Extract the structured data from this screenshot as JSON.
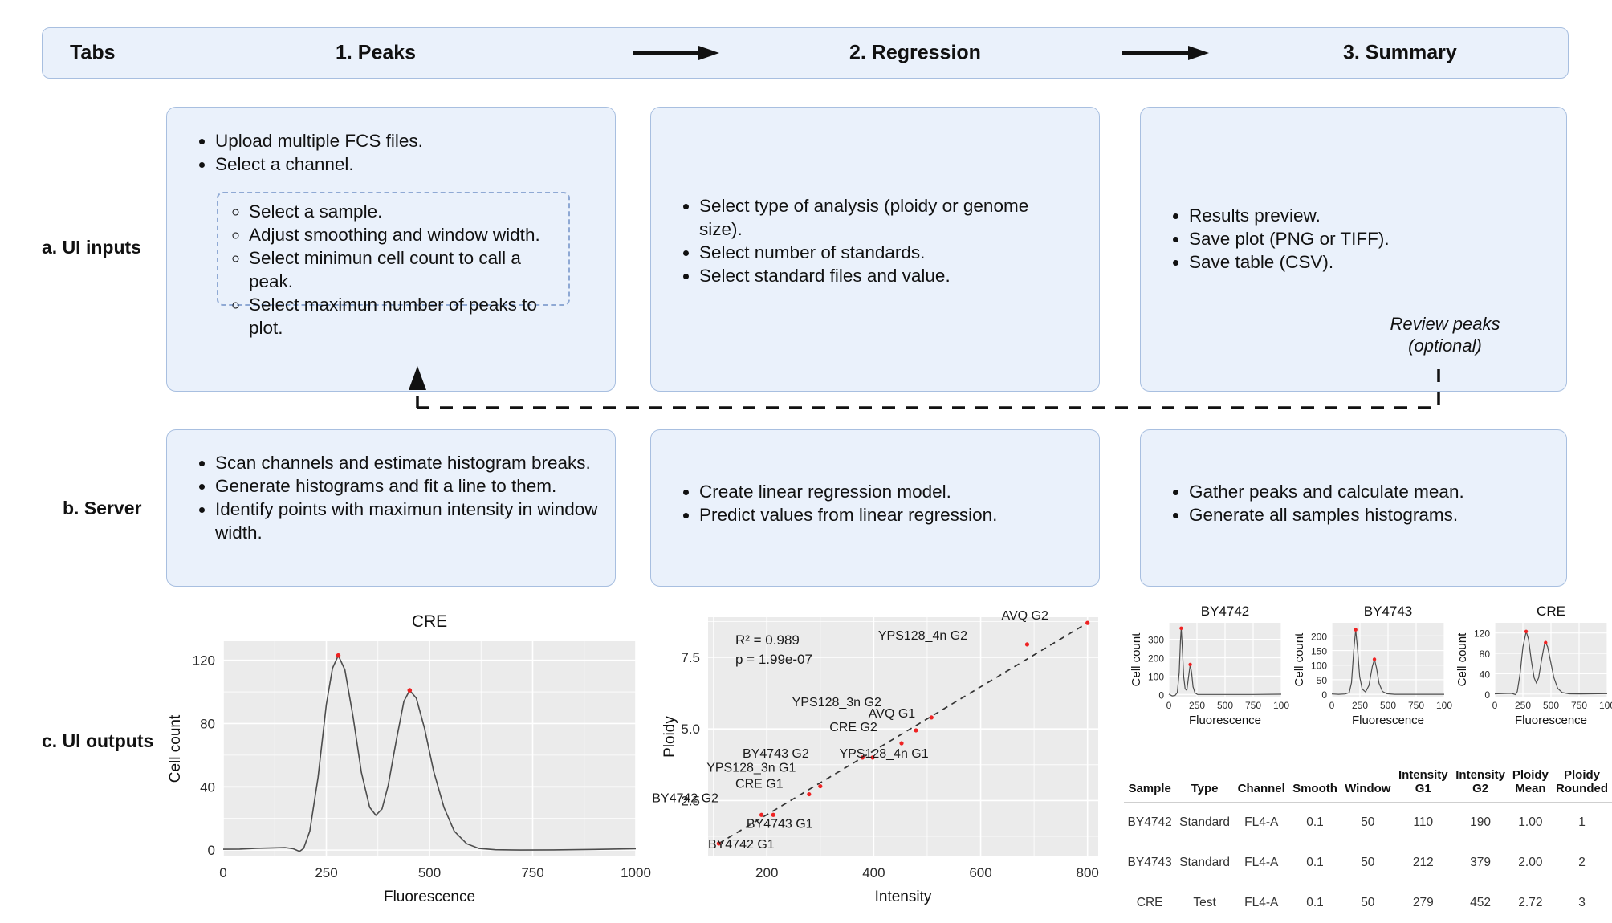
{
  "header": {
    "row_label": "Tabs",
    "tabs": [
      {
        "label": "1. Peaks"
      },
      {
        "label": "2. Regression"
      },
      {
        "label": "3. Summary"
      }
    ],
    "arrow_icon": "right-arrow-icon"
  },
  "rows": [
    {
      "label": "a. UI inputs"
    },
    {
      "label": "b. Server"
    },
    {
      "label": "c. UI outputs"
    }
  ],
  "ui_inputs": {
    "peaks": {
      "items": [
        "Upload multiple FCS files.",
        "Select a channel."
      ],
      "sub_items": [
        "Select a sample.",
        "Adjust smoothing and window width.",
        "Select minimun cell count to call a peak.",
        "Select maximun number of peaks to plot."
      ]
    },
    "regression": {
      "items": [
        "Select type of analysis (ploidy or genome size).",
        "Select number of standards.",
        "Select standard files and value."
      ]
    },
    "summary": {
      "items": [
        "Results preview.",
        "Save plot (PNG or TIFF).",
        "Save table (CSV)."
      ],
      "note_line1": "Review peaks",
      "note_line2": "(optional)"
    }
  },
  "server": {
    "peaks": {
      "items": [
        "Scan channels and estimate histogram breaks.",
        "Generate histograms and fit a line to them.",
        "Identify points with maximun intensity in window width."
      ]
    },
    "regression": {
      "items": [
        "Create linear regression model.",
        "Predict values from linear regression."
      ]
    },
    "summary": {
      "items": [
        "Gather peaks and calculate mean.",
        "Generate all samples histograms."
      ]
    }
  },
  "chart_data": [
    {
      "id": "cre-histogram",
      "type": "line",
      "title": "CRE",
      "xlabel": "Fluorescence",
      "ylabel": "Cell count",
      "xlim": [
        0,
        1000
      ],
      "ylim": [
        -4,
        132
      ],
      "xticks": [
        0,
        250,
        500,
        750,
        1000
      ],
      "yticks": [
        0,
        40,
        80,
        120
      ],
      "grid": true,
      "peaks": [
        {
          "x": 279,
          "y": 123
        },
        {
          "x": 452,
          "y": 101
        }
      ],
      "peak_color": "#ee2222",
      "curve": [
        {
          "x": 0,
          "y": 0.5
        },
        {
          "x": 40,
          "y": 0.6
        },
        {
          "x": 80,
          "y": 1.1
        },
        {
          "x": 120,
          "y": 1.4
        },
        {
          "x": 150,
          "y": 1.6
        },
        {
          "x": 170,
          "y": 0.8
        },
        {
          "x": 185,
          "y": -0.8
        },
        {
          "x": 195,
          "y": 1.0
        },
        {
          "x": 210,
          "y": 12
        },
        {
          "x": 230,
          "y": 46
        },
        {
          "x": 250,
          "y": 92
        },
        {
          "x": 265,
          "y": 115
        },
        {
          "x": 279,
          "y": 123
        },
        {
          "x": 295,
          "y": 114
        },
        {
          "x": 315,
          "y": 84
        },
        {
          "x": 335,
          "y": 49
        },
        {
          "x": 355,
          "y": 27
        },
        {
          "x": 370,
          "y": 22
        },
        {
          "x": 385,
          "y": 26
        },
        {
          "x": 400,
          "y": 41
        },
        {
          "x": 420,
          "y": 70
        },
        {
          "x": 438,
          "y": 94
        },
        {
          "x": 452,
          "y": 101
        },
        {
          "x": 468,
          "y": 96
        },
        {
          "x": 488,
          "y": 77
        },
        {
          "x": 510,
          "y": 50
        },
        {
          "x": 535,
          "y": 27
        },
        {
          "x": 560,
          "y": 12
        },
        {
          "x": 590,
          "y": 4
        },
        {
          "x": 620,
          "y": 1
        },
        {
          "x": 660,
          "y": 0.2
        },
        {
          "x": 720,
          "y": 0
        },
        {
          "x": 800,
          "y": 0.1
        },
        {
          "x": 900,
          "y": 0.4
        },
        {
          "x": 1000,
          "y": 0.8
        }
      ]
    },
    {
      "id": "regression-scatter",
      "type": "scatter",
      "title": "",
      "xlabel": "Intensity",
      "ylabel": "Ploidy",
      "xlim": [
        90,
        820
      ],
      "ylim": [
        0.55,
        8.9
      ],
      "xticks": [
        200,
        400,
        600,
        800
      ],
      "yticks": [
        2.5,
        5.0,
        7.5
      ],
      "grid": true,
      "annotations": [
        "R² = 0.989",
        "p = 1.99e-07"
      ],
      "point_color": "#ee2222",
      "fit_line_style": "dashed",
      "points": [
        {
          "label": "BY4742 G1",
          "x": 110,
          "y": 1.0,
          "lx": 28,
          "ly": 6
        },
        {
          "label": "BY4742 G2",
          "x": 190,
          "y": 2.0,
          "lx": -95,
          "ly": -16
        },
        {
          "label": "BY4743 G1",
          "x": 212,
          "y": 2.0,
          "lx": 8,
          "ly": 16
        },
        {
          "label": "CRE G1",
          "x": 279,
          "y": 2.72,
          "lx": -62,
          "ly": -8
        },
        {
          "label": "YPS128_3n G1",
          "x": 300,
          "y": 3.0,
          "lx": -86,
          "ly": -18
        },
        {
          "label": "BY4743 G2",
          "x": 379,
          "y": 4.0,
          "lx": -108,
          "ly": 0
        },
        {
          "label": "YPS128_4n G1",
          "x": 398,
          "y": 4.0,
          "lx": 14,
          "ly": 0
        },
        {
          "label": "CRE G2",
          "x": 452,
          "y": 4.5,
          "lx": -60,
          "ly": -15
        },
        {
          "label": "AVQ G1",
          "x": 479,
          "y": 4.95,
          "lx": -30,
          "ly": -16
        },
        {
          "label": "YPS128_3n G2",
          "x": 508,
          "y": 5.4,
          "lx": -118,
          "ly": -14
        },
        {
          "label": "YPS128_4n G2",
          "x": 687,
          "y": 7.95,
          "lx": -130,
          "ly": -6
        },
        {
          "label": "AVQ G2",
          "x": 800,
          "y": 8.7,
          "lx": -78,
          "ly": -4
        }
      ]
    },
    {
      "id": "mini-BY4742",
      "type": "line",
      "title": "BY4742",
      "xlabel": "Fluorescence",
      "ylabel": "Cell count",
      "xticks": [
        "0",
        "250",
        "500",
        "750",
        "100"
      ],
      "yticks": [
        0,
        100,
        200,
        300
      ],
      "ylim": [
        -12,
        390
      ],
      "xlim": [
        0,
        1000
      ],
      "peaks": [
        {
          "x": 110,
          "y": 360
        },
        {
          "x": 190,
          "y": 163
        }
      ],
      "peak_color": "#ee2222",
      "curve": [
        {
          "x": 0,
          "y": 2
        },
        {
          "x": 30,
          "y": -8
        },
        {
          "x": 55,
          "y": -6
        },
        {
          "x": 75,
          "y": 10
        },
        {
          "x": 92,
          "y": 120
        },
        {
          "x": 103,
          "y": 290
        },
        {
          "x": 110,
          "y": 360
        },
        {
          "x": 120,
          "y": 250
        },
        {
          "x": 132,
          "y": 95
        },
        {
          "x": 145,
          "y": 30
        },
        {
          "x": 160,
          "y": 22
        },
        {
          "x": 175,
          "y": 95
        },
        {
          "x": 190,
          "y": 163
        },
        {
          "x": 202,
          "y": 120
        },
        {
          "x": 215,
          "y": 42
        },
        {
          "x": 232,
          "y": 8
        },
        {
          "x": 255,
          "y": 0
        },
        {
          "x": 320,
          "y": 0
        },
        {
          "x": 500,
          "y": 0
        },
        {
          "x": 750,
          "y": 0
        },
        {
          "x": 1000,
          "y": 1
        }
      ]
    },
    {
      "id": "mini-BY4743",
      "type": "line",
      "title": "BY4743",
      "xlabel": "Fluorescence",
      "ylabel": "Cell count",
      "xticks": [
        "0",
        "250",
        "500",
        "750",
        "100"
      ],
      "yticks": [
        0,
        50,
        100,
        150,
        200
      ],
      "ylim": [
        -8,
        245
      ],
      "xlim": [
        0,
        1000
      ],
      "peaks": [
        {
          "x": 212,
          "y": 221
        },
        {
          "x": 379,
          "y": 120
        }
      ],
      "peak_color": "#ee2222",
      "curve": [
        {
          "x": 0,
          "y": 1
        },
        {
          "x": 60,
          "y": 0
        },
        {
          "x": 120,
          "y": 1
        },
        {
          "x": 155,
          "y": 6
        },
        {
          "x": 175,
          "y": 40
        },
        {
          "x": 195,
          "y": 150
        },
        {
          "x": 212,
          "y": 221
        },
        {
          "x": 228,
          "y": 160
        },
        {
          "x": 248,
          "y": 60
        },
        {
          "x": 270,
          "y": 18
        },
        {
          "x": 300,
          "y": 8
        },
        {
          "x": 330,
          "y": 30
        },
        {
          "x": 360,
          "y": 95
        },
        {
          "x": 379,
          "y": 120
        },
        {
          "x": 398,
          "y": 90
        },
        {
          "x": 420,
          "y": 38
        },
        {
          "x": 450,
          "y": 10
        },
        {
          "x": 490,
          "y": 2
        },
        {
          "x": 560,
          "y": 0
        },
        {
          "x": 750,
          "y": 0
        },
        {
          "x": 1000,
          "y": 0
        }
      ]
    },
    {
      "id": "mini-CRE",
      "type": "line",
      "title": "CRE",
      "xlabel": "Fluorescence",
      "ylabel": "Cell count",
      "xticks": [
        "0",
        "250",
        "500",
        "750",
        "100"
      ],
      "yticks": [
        0,
        40,
        80,
        120
      ],
      "ylim": [
        -5,
        140
      ],
      "xlim": [
        0,
        1000
      ],
      "peaks": [
        {
          "x": 279,
          "y": 123
        },
        {
          "x": 452,
          "y": 101
        }
      ],
      "peak_color": "#ee2222",
      "curve": [
        {
          "x": 0,
          "y": 0.5
        },
        {
          "x": 80,
          "y": 1
        },
        {
          "x": 150,
          "y": 1.5
        },
        {
          "x": 185,
          "y": -1
        },
        {
          "x": 200,
          "y": 5
        },
        {
          "x": 225,
          "y": 40
        },
        {
          "x": 250,
          "y": 92
        },
        {
          "x": 279,
          "y": 123
        },
        {
          "x": 300,
          "y": 108
        },
        {
          "x": 325,
          "y": 66
        },
        {
          "x": 350,
          "y": 32
        },
        {
          "x": 370,
          "y": 22
        },
        {
          "x": 390,
          "y": 32
        },
        {
          "x": 415,
          "y": 66
        },
        {
          "x": 440,
          "y": 96
        },
        {
          "x": 452,
          "y": 101
        },
        {
          "x": 470,
          "y": 93
        },
        {
          "x": 495,
          "y": 66
        },
        {
          "x": 525,
          "y": 33
        },
        {
          "x": 560,
          "y": 11
        },
        {
          "x": 600,
          "y": 3
        },
        {
          "x": 660,
          "y": 0.5
        },
        {
          "x": 760,
          "y": 0.3
        },
        {
          "x": 1000,
          "y": 0.8
        }
      ]
    }
  ],
  "summary_table": {
    "columns": [
      "Sample",
      "Type",
      "Channel",
      "Smooth",
      "Window",
      "Intensity G1",
      "Intensity G2",
      "Ploidy Mean",
      "Ploidy Rounded"
    ],
    "rows": [
      [
        "BY4742",
        "Standard",
        "FL4-A",
        "0.1",
        "50",
        "110",
        "190",
        "1.00",
        "1"
      ],
      [
        "BY4743",
        "Standard",
        "FL4-A",
        "0.1",
        "50",
        "212",
        "379",
        "2.00",
        "2"
      ],
      [
        "CRE",
        "Test",
        "FL4-A",
        "0.1",
        "50",
        "279",
        "452",
        "2.72",
        "3"
      ]
    ]
  },
  "colors": {
    "card_bg": "#eaf1fb",
    "card_border": "#a8bfe0",
    "dash_border": "#8fa9d4",
    "panel_bg": "#ebebeb",
    "grid": "#ffffff",
    "line": "#4d4d4d",
    "point": "#ee2222"
  }
}
